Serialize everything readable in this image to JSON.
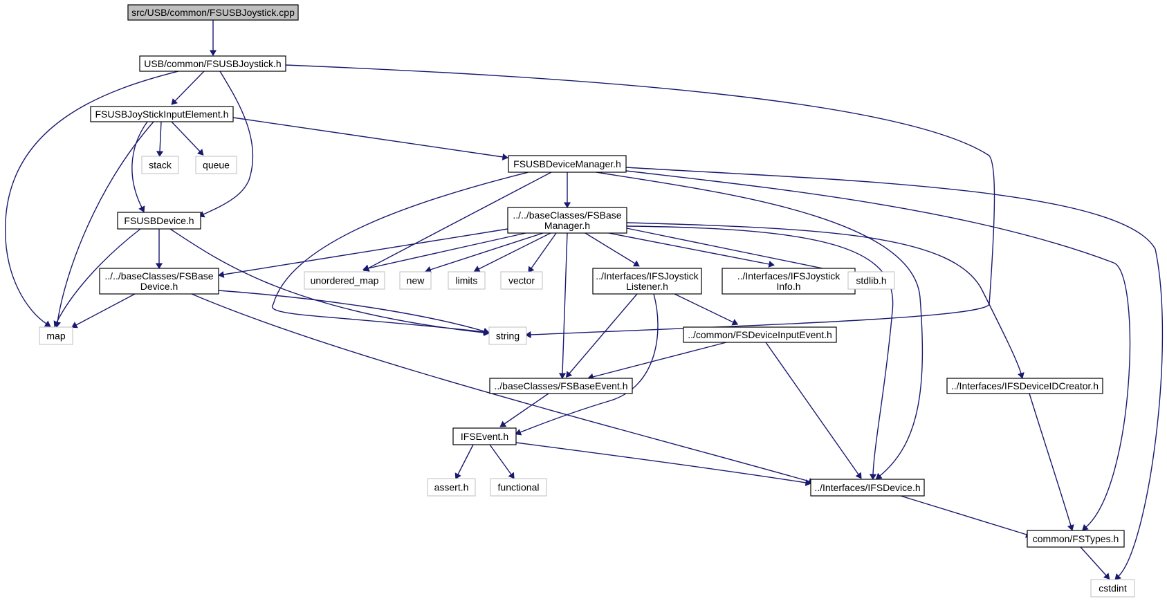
{
  "diagram": {
    "type": "include-dependency-graph",
    "colors": {
      "edge": "#191970",
      "root_fill": "#bfbfbf",
      "project_header_border": "#000000",
      "system_header_border": "#bfbfbf"
    },
    "nodes": [
      {
        "id": "root",
        "label": [
          "src/USB/common/FSUSBJoystick.cpp"
        ],
        "kind": "root"
      },
      {
        "id": "fsusbjoystick_h",
        "label": [
          "USB/common/FSUSBJoystick.h"
        ],
        "kind": "project"
      },
      {
        "id": "joystickinputelement_h",
        "label": [
          "FSUSBJoyStickInputElement.h"
        ],
        "kind": "project"
      },
      {
        "id": "stack",
        "label": [
          "stack"
        ],
        "kind": "system"
      },
      {
        "id": "queue",
        "label": [
          "queue"
        ],
        "kind": "system"
      },
      {
        "id": "devicemanager_h",
        "label": [
          "FSUSBDeviceManager.h"
        ],
        "kind": "project"
      },
      {
        "id": "fsusbdevice_h",
        "label": [
          "FSUSBDevice.h"
        ],
        "kind": "project"
      },
      {
        "id": "basemanager_h",
        "label": [
          "../../baseClasses/FSBase",
          "Manager.h"
        ],
        "kind": "project"
      },
      {
        "id": "basedevice_h",
        "label": [
          "../../baseClasses/FSBase",
          "Device.h"
        ],
        "kind": "project"
      },
      {
        "id": "unordered_map",
        "label": [
          "unordered_map"
        ],
        "kind": "system"
      },
      {
        "id": "new",
        "label": [
          "new"
        ],
        "kind": "system"
      },
      {
        "id": "limits",
        "label": [
          "limits"
        ],
        "kind": "system"
      },
      {
        "id": "vector",
        "label": [
          "vector"
        ],
        "kind": "system"
      },
      {
        "id": "joysticklistener_h",
        "label": [
          "../Interfaces/IFSJoystick",
          "Listener.h"
        ],
        "kind": "project"
      },
      {
        "id": "joystickinfo_h",
        "label": [
          "../Interfaces/IFSJoystick",
          "Info.h"
        ],
        "kind": "project"
      },
      {
        "id": "stdlib_h",
        "label": [
          "stdlib.h"
        ],
        "kind": "system"
      },
      {
        "id": "map",
        "label": [
          "map"
        ],
        "kind": "system"
      },
      {
        "id": "string",
        "label": [
          "string"
        ],
        "kind": "system"
      },
      {
        "id": "deviceinputevent_h",
        "label": [
          "../common/FSDeviceInputEvent.h"
        ],
        "kind": "project"
      },
      {
        "id": "baseevent_h",
        "label": [
          "../baseClasses/FSBaseEvent.h"
        ],
        "kind": "project"
      },
      {
        "id": "deviceidcreator_h",
        "label": [
          "../Interfaces/IFSDeviceIDCreator.h"
        ],
        "kind": "project"
      },
      {
        "id": "ifsevent_h",
        "label": [
          "IFSEvent.h"
        ],
        "kind": "project"
      },
      {
        "id": "assert_h",
        "label": [
          "assert.h"
        ],
        "kind": "system"
      },
      {
        "id": "functional",
        "label": [
          "functional"
        ],
        "kind": "system"
      },
      {
        "id": "ifsdevice_h",
        "label": [
          "../Interfaces/IFSDevice.h"
        ],
        "kind": "project"
      },
      {
        "id": "fstypes_h",
        "label": [
          "common/FSTypes.h"
        ],
        "kind": "project"
      },
      {
        "id": "cstdint",
        "label": [
          "cstdint"
        ],
        "kind": "system"
      }
    ],
    "edges": [
      {
        "from": "root",
        "to": "fsusbjoystick_h"
      },
      {
        "from": "fsusbjoystick_h",
        "to": "map"
      },
      {
        "from": "fsusbjoystick_h",
        "to": "joystickinputelement_h"
      },
      {
        "from": "fsusbjoystick_h",
        "to": "fsusbdevice_h"
      },
      {
        "from": "fsusbjoystick_h",
        "to": "string"
      },
      {
        "from": "joystickinputelement_h",
        "to": "stack"
      },
      {
        "from": "joystickinputelement_h",
        "to": "queue"
      },
      {
        "from": "joystickinputelement_h",
        "to": "map"
      },
      {
        "from": "joystickinputelement_h",
        "to": "fsusbdevice_h"
      },
      {
        "from": "joystickinputelement_h",
        "to": "devicemanager_h"
      },
      {
        "from": "devicemanager_h",
        "to": "basemanager_h"
      },
      {
        "from": "devicemanager_h",
        "to": "unordered_map"
      },
      {
        "from": "devicemanager_h",
        "to": "string"
      },
      {
        "from": "devicemanager_h",
        "to": "ifsdevice_h"
      },
      {
        "from": "devicemanager_h",
        "to": "fstypes_h"
      },
      {
        "from": "devicemanager_h",
        "to": "cstdint"
      },
      {
        "from": "fsusbdevice_h",
        "to": "basedevice_h"
      },
      {
        "from": "fsusbdevice_h",
        "to": "map"
      },
      {
        "from": "fsusbdevice_h",
        "to": "string"
      },
      {
        "from": "basemanager_h",
        "to": "basedevice_h"
      },
      {
        "from": "basemanager_h",
        "to": "unordered_map"
      },
      {
        "from": "basemanager_h",
        "to": "new"
      },
      {
        "from": "basemanager_h",
        "to": "limits"
      },
      {
        "from": "basemanager_h",
        "to": "vector"
      },
      {
        "from": "basemanager_h",
        "to": "joysticklistener_h"
      },
      {
        "from": "basemanager_h",
        "to": "joystickinfo_h"
      },
      {
        "from": "basemanager_h",
        "to": "stdlib_h"
      },
      {
        "from": "basemanager_h",
        "to": "baseevent_h"
      },
      {
        "from": "basemanager_h",
        "to": "ifsdevice_h"
      },
      {
        "from": "basemanager_h",
        "to": "deviceidcreator_h"
      },
      {
        "from": "basedevice_h",
        "to": "map"
      },
      {
        "from": "basedevice_h",
        "to": "string"
      },
      {
        "from": "basedevice_h",
        "to": "ifsdevice_h"
      },
      {
        "from": "joysticklistener_h",
        "to": "baseevent_h"
      },
      {
        "from": "joysticklistener_h",
        "to": "ifsevent_h"
      },
      {
        "from": "joysticklistener_h",
        "to": "deviceinputevent_h"
      },
      {
        "from": "deviceinputevent_h",
        "to": "baseevent_h"
      },
      {
        "from": "deviceinputevent_h",
        "to": "ifsdevice_h"
      },
      {
        "from": "baseevent_h",
        "to": "ifsevent_h"
      },
      {
        "from": "ifsevent_h",
        "to": "assert_h"
      },
      {
        "from": "ifsevent_h",
        "to": "functional"
      },
      {
        "from": "ifsevent_h",
        "to": "ifsdevice_h"
      },
      {
        "from": "deviceidcreator_h",
        "to": "fstypes_h"
      },
      {
        "from": "ifsdevice_h",
        "to": "fstypes_h"
      },
      {
        "from": "fstypes_h",
        "to": "cstdint"
      }
    ]
  }
}
